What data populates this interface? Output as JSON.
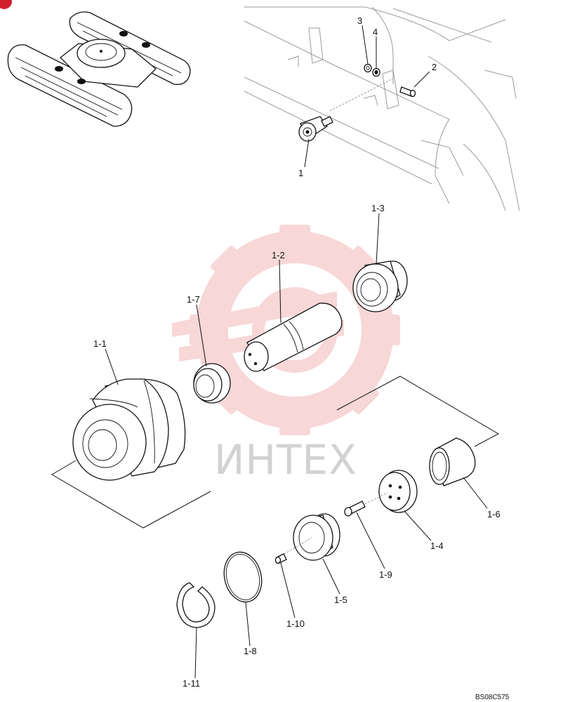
{
  "labels": {
    "p1": "1",
    "p2": "2",
    "p3": "3",
    "p4": "4",
    "p1_1": "1-1",
    "p1_2": "1-2",
    "p1_3": "1-3",
    "p1_4": "1-4",
    "p1_5": "1-5",
    "p1_6": "1-6",
    "p1_7": "1-7",
    "p1_8": "1-8",
    "p1_9": "1-9",
    "p1_10": "1-10",
    "p1_11": "1-11"
  },
  "drawing_code": "BS08C575",
  "watermark": {
    "text": "ИНТЕХ",
    "color": "#f4b8b8"
  },
  "colors": {
    "line": "#111111",
    "badge": "#d0202e"
  }
}
